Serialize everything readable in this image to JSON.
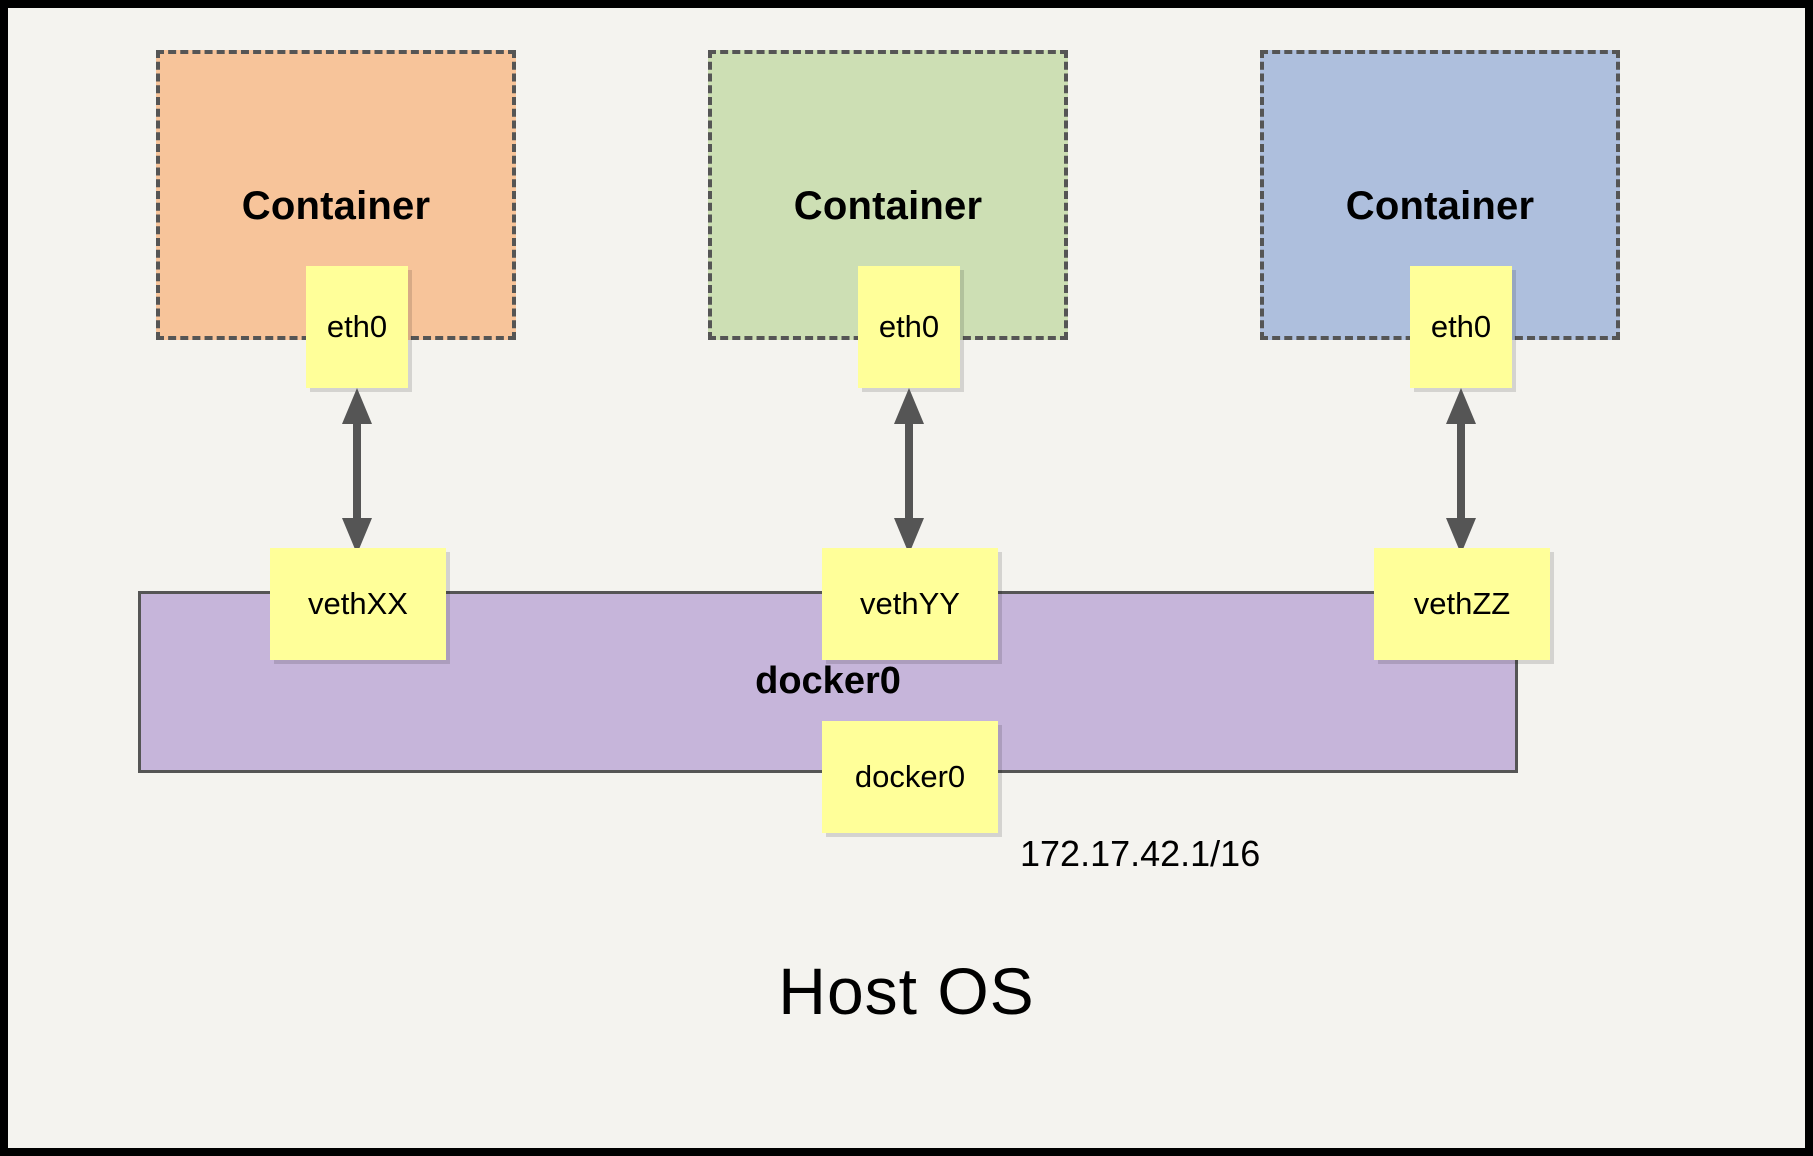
{
  "diagram": {
    "title_bottom": "Host OS",
    "frame_color": "#000000",
    "stage_background": "#f4f3ef"
  },
  "containers": [
    {
      "id": "container-1",
      "label": "Container",
      "fill": "#f7c49a",
      "border": "#555555",
      "interface": {
        "label": "eth0",
        "fill": "#ffff99"
      }
    },
    {
      "id": "container-2",
      "label": "Container",
      "fill": "#cddfb4",
      "border": "#555555",
      "interface": {
        "label": "eth0",
        "fill": "#ffff99"
      }
    },
    {
      "id": "container-3",
      "label": "Container",
      "fill": "#aebfdd",
      "border": "#555555",
      "interface": {
        "label": "eth0",
        "fill": "#ffff99"
      }
    }
  ],
  "veth_pairs": [
    {
      "id": "veth-1",
      "label": "vethXX"
    },
    {
      "id": "veth-2",
      "label": "vethYY"
    },
    {
      "id": "veth-3",
      "label": "vethZZ"
    }
  ],
  "bridge": {
    "name": "docker0",
    "bar_label": "docker0",
    "interface_label": "docker0",
    "ip_address": "172.17.42.1/16",
    "fill": "#c6b5da",
    "border": "#555555"
  },
  "arrows": {
    "style": "double-headed",
    "color": "#555555",
    "count": 3
  }
}
